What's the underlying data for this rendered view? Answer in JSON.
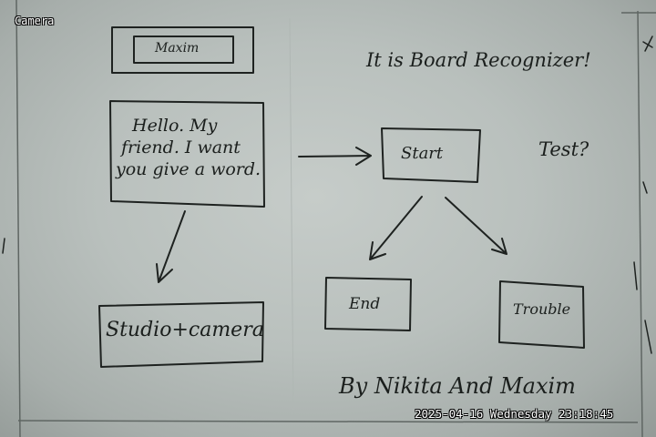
{
  "camera_label": "Camera",
  "timestamp": "2025-04-16 Wednesday 23:18:45",
  "board": {
    "title_box_text": "Maxim",
    "heading": "It is Board Recognizer!",
    "note_lines": [
      "Hello. My",
      "friend. I want",
      "you give a word."
    ],
    "studio_box_text": "Studio+camera",
    "start_box_text": "Start",
    "test_text": "Test?",
    "end_box_text": "End",
    "trouble_box_text": "Trouble",
    "signature": "By Nikita And Maxim"
  }
}
